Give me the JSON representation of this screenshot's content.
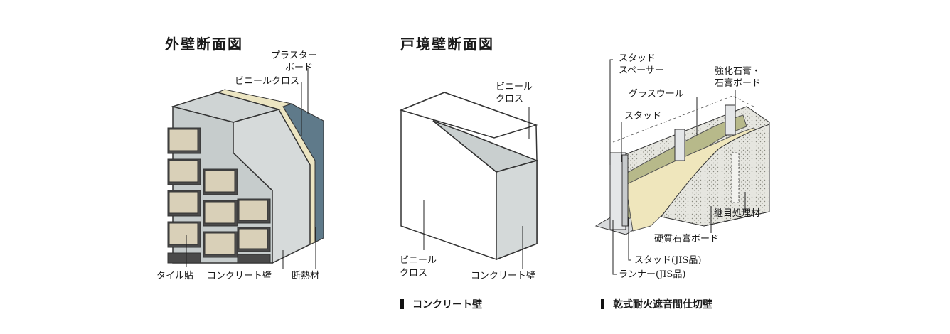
{
  "panels": [
    {
      "title": "外壁断面図",
      "labels": {
        "plaster_board_1": "プラスター",
        "plaster_board_2": "ボード",
        "vinyl_cloth": "ビニールクロス",
        "tile": "タイル貼",
        "concrete": "コンクリート壁",
        "insulation": "断熱材"
      },
      "colors": {
        "concrete": "#cfd4d4",
        "tile": "#d9d0b8",
        "insulation": "#5f7a8a",
        "board": "#e8e2c4"
      }
    },
    {
      "title": "戸境壁断面図",
      "labels": {
        "vinyl_cloth_top_1": "ビニール",
        "vinyl_cloth_top_2": "クロス",
        "vinyl_cloth_left_1": "ビニール",
        "vinyl_cloth_left_2": "クロス",
        "concrete": "コンクリート壁"
      },
      "caption": "コンクリート壁"
    },
    {
      "labels": {
        "stud_spacer_1": "スタッド",
        "stud_spacer_2": "スペーサー",
        "reinforced_gypsum_1": "強化石膏・",
        "reinforced_gypsum_2": "石膏ボード",
        "glass_wool": "グラスウール",
        "stud": "スタッド",
        "joint_material": "継目処理材",
        "hard_gypsum": "硬質石膏ボード",
        "stud_jis": "スタッド(JIS品)",
        "runner_jis": "ランナー(JIS品)"
      },
      "caption": "乾式耐火遮音間仕切壁",
      "colors": {
        "glass_wool": "#b7b98a",
        "board": "#efe6bc",
        "gypsum": "#dcdcd4"
      }
    }
  ]
}
